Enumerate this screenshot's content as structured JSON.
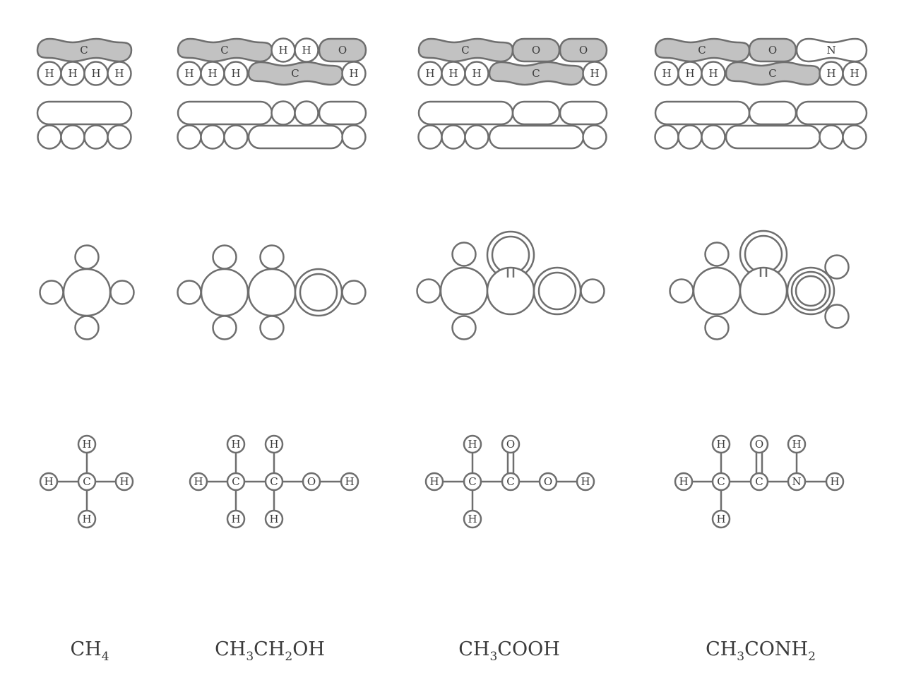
{
  "colors": {
    "stroke": "#6e6e6e",
    "fill_gray": "#c2c2c2",
    "fill_white": "#ffffff",
    "text": "#3a3a3a"
  },
  "molecules": [
    {
      "id": "methane",
      "formula": [
        {
          "t": "CH",
          "sub": false
        },
        {
          "t": "4",
          "sub": true
        }
      ],
      "block_top_labels": [
        "C"
      ],
      "block_bottom_labels": [
        "H",
        "H",
        "H",
        "H"
      ],
      "structural_atoms": [
        "H",
        "H",
        "C",
        "H",
        "H"
      ]
    },
    {
      "id": "ethanol",
      "formula": [
        {
          "t": "CH",
          "sub": false
        },
        {
          "t": "3",
          "sub": true
        },
        {
          "t": "CH",
          "sub": false
        },
        {
          "t": "2",
          "sub": true
        },
        {
          "t": "OH",
          "sub": false
        }
      ],
      "block_top_labels": [
        "C",
        "H",
        "H",
        "O"
      ],
      "block_bottom_labels": [
        "H",
        "H",
        "H",
        "C",
        "H"
      ],
      "structural_atoms": [
        "H",
        "H",
        "H",
        "C",
        "C",
        "H",
        "H",
        "O",
        "H"
      ]
    },
    {
      "id": "acetic-acid",
      "formula": [
        {
          "t": "CH",
          "sub": false
        },
        {
          "t": "3",
          "sub": true
        },
        {
          "t": "COOH",
          "sub": false
        }
      ],
      "block_top_labels": [
        "C",
        "O",
        "O"
      ],
      "block_bottom_labels": [
        "H",
        "H",
        "H",
        "C",
        "H"
      ],
      "structural_atoms": [
        "H",
        "O",
        "H",
        "C",
        "C",
        "O",
        "H",
        "H"
      ]
    },
    {
      "id": "acetamide",
      "formula": [
        {
          "t": "CH",
          "sub": false
        },
        {
          "t": "3",
          "sub": true
        },
        {
          "t": "CONH",
          "sub": false
        },
        {
          "t": "2",
          "sub": true
        }
      ],
      "block_top_labels": [
        "C",
        "O",
        "N"
      ],
      "block_bottom_labels": [
        "H",
        "H",
        "H",
        "C",
        "H",
        "H"
      ],
      "structural_atoms": [
        "H",
        "O",
        "H",
        "H",
        "C",
        "C",
        "N",
        "H",
        "H"
      ]
    }
  ]
}
